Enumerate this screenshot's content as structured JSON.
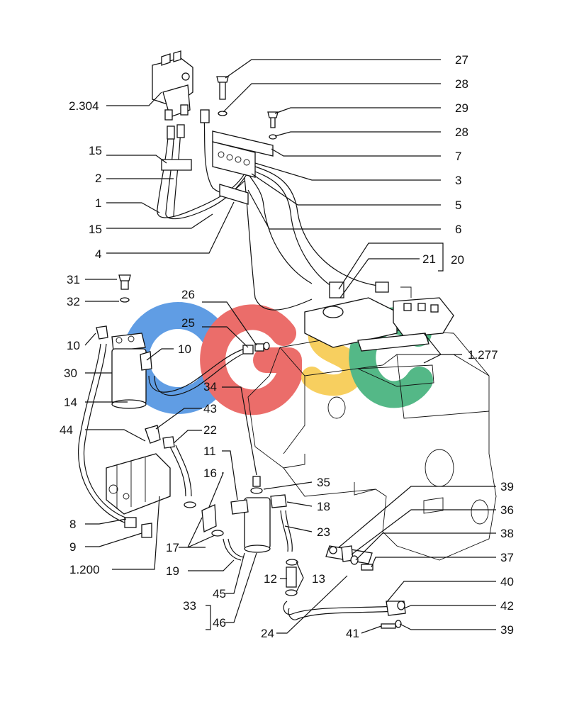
{
  "watermark": {
    "letters": [
      "C",
      "G",
      "S",
      "C"
    ],
    "colors": [
      "#4a8fe0",
      "#e95a56",
      "#f6c94a",
      "#3daf77"
    ]
  },
  "callouts": {
    "c27": "27",
    "c28a": "28",
    "c29": "29",
    "c28b": "28",
    "c7": "7",
    "c3": "3",
    "c5": "5",
    "c6": "6",
    "c20": "20",
    "c21": "21",
    "c2304": "2.304",
    "c15a": "15",
    "c2": "2",
    "c1": "1",
    "c15b": "15",
    "c4": "4",
    "c31": "31",
    "c32": "32",
    "c26": "26",
    "c25": "25",
    "c10a": "10",
    "c10b": "10",
    "c30": "30",
    "c14": "14",
    "c1277": "1.277",
    "c34": "34",
    "c43": "43",
    "c44": "44",
    "c22": "22",
    "c11": "11",
    "c16": "16",
    "c35": "35",
    "c18": "18",
    "c39a": "39",
    "c36": "36",
    "c23": "23",
    "c38": "38",
    "c37": "37",
    "c8": "8",
    "c9": "9",
    "c17": "17",
    "c1200": "1.200",
    "c19": "19",
    "c12": "12",
    "c13": "13",
    "c40": "40",
    "c33": "33",
    "c45": "45",
    "c42": "42",
    "c46": "46",
    "c24": "24",
    "c41": "41",
    "c39b": "39"
  }
}
